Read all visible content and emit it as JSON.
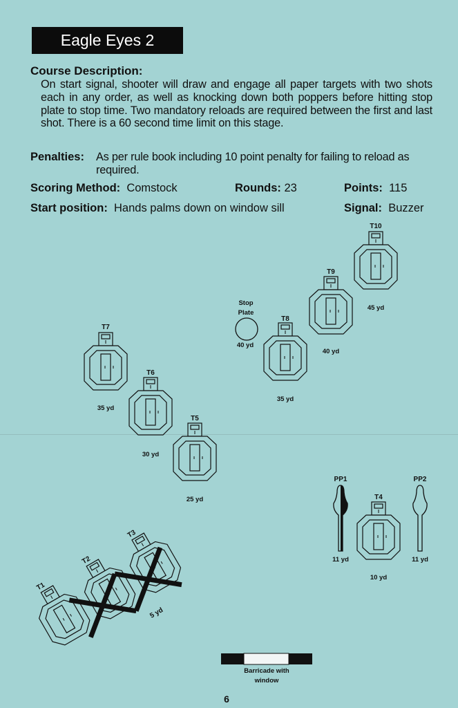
{
  "title": "Eagle Eyes 2",
  "course_description": {
    "label": "Course Description:",
    "text": "On start signal, shooter will draw and engage all paper targets with two shots each in any order, as well as knocking down both poppers before hitting stop plate to stop time.  Two mandatory reloads are required between the first and last shot.  There is a 60 second time limit on this stage."
  },
  "penalties": {
    "label": "Penalties:",
    "text": "As per rule book including 10 point penalty for failing to reload as required."
  },
  "scoring": {
    "label": "Scoring Method:",
    "value": "Comstock"
  },
  "rounds": {
    "label": "Rounds:",
    "value": "23"
  },
  "points": {
    "label": "Points:",
    "value": "115"
  },
  "start_position": {
    "label": "Start position:",
    "value": "Hands palms down on window sill"
  },
  "signal": {
    "label": "Signal:",
    "value": "Buzzer"
  },
  "targets": [
    {
      "label": "T1",
      "distance": ""
    },
    {
      "label": "T2",
      "distance": ""
    },
    {
      "label": "T3",
      "distance": "5 yd"
    },
    {
      "label": "T4",
      "distance": "10 yd"
    },
    {
      "label": "T5",
      "distance": "25 yd"
    },
    {
      "label": "T6",
      "distance": "30 yd"
    },
    {
      "label": "T7",
      "distance": "35 yd"
    },
    {
      "label": "T8",
      "distance": "35 yd"
    },
    {
      "label": "T9",
      "distance": "40 yd"
    },
    {
      "label": "T10",
      "distance": "45 yd"
    }
  ],
  "stop_plate": {
    "label_line1": "Stop",
    "label_line2": "Plate",
    "distance": "40 yd"
  },
  "poppers": [
    {
      "label": "PP1",
      "distance": "11 yd"
    },
    {
      "label": "PP2",
      "distance": "11 yd"
    }
  ],
  "legend": {
    "line1": "Barricade with",
    "line2": "window"
  },
  "page_number": "6"
}
